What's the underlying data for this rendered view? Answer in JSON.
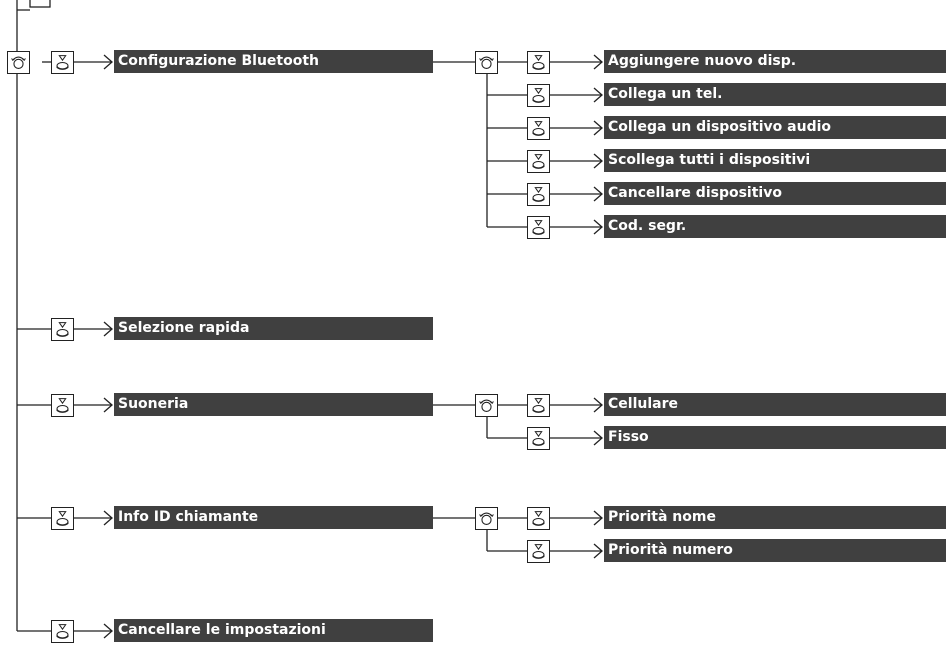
{
  "colors": {
    "bar_bg": "#404040",
    "bar_text": "#ffffff",
    "line": "#222222"
  },
  "icons": {
    "knob": "phone-knob-icon",
    "select": "press-select-icon"
  },
  "menu": {
    "bluetooth": {
      "label": "Configurazione Bluetooth",
      "children": [
        "Aggiungere nuovo disp.",
        "Collega un tel.",
        "Collega un dispositivo audio",
        "Scollega tutti i dispositivi",
        "Cancellare dispositivo",
        "Cod. segr."
      ]
    },
    "speed_dial": {
      "label": "Selezione rapida"
    },
    "ringtone": {
      "label": "Suoneria",
      "children": [
        "Cellulare",
        "Fisso"
      ]
    },
    "caller_id": {
      "label": "Info ID chiamante",
      "children": [
        "Priorità nome",
        "Priorità numero"
      ]
    },
    "clear": {
      "label": "Cancellare le impostazioni"
    }
  }
}
